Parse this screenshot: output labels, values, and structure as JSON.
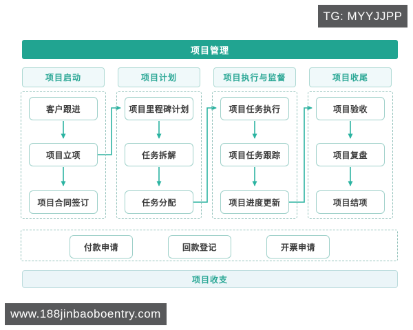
{
  "badge": {
    "text": "TG: MYYJJPP"
  },
  "watermark": {
    "text": "www.188jinbaoboentry.com"
  },
  "title": "项目管理",
  "columns": [
    {
      "header": "项目启动",
      "steps": [
        "客户跟进",
        "项目立项",
        "项目合同签订"
      ]
    },
    {
      "header": "项目计划",
      "steps": [
        "项目里程碑计划",
        "任务拆解",
        "任务分配"
      ]
    },
    {
      "header": "项目执行与监督",
      "steps": [
        "项目任务执行",
        "项目任务跟踪",
        "项目进度更新"
      ]
    },
    {
      "header": "项目收尾",
      "steps": [
        "项目验收",
        "项目复盘",
        "项目结项"
      ]
    }
  ],
  "finance_row": [
    "付款申请",
    "回款登记",
    "开票申请"
  ],
  "footer_bar": "项目收支",
  "colors": {
    "primary_teal": "#21a491",
    "teal_text": "#2aa795",
    "arrow": "#2bb3a1",
    "node_border": "#9ed0c9",
    "dashed_border": "#93c2bb",
    "header_fill": "#f0f9fa",
    "footer_fill": "#ebf5f8",
    "badge_bg": "#58595b"
  }
}
